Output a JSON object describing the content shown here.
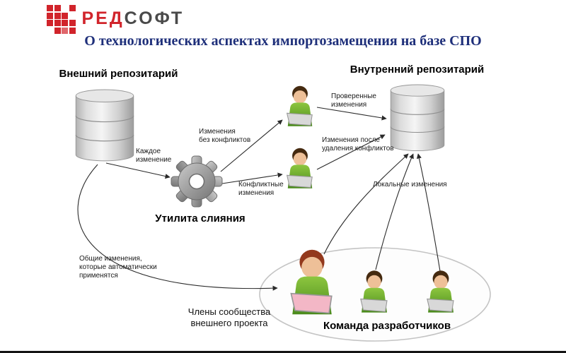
{
  "logo": {
    "word_red": "РЕД",
    "word_soft": "СОФТ"
  },
  "title": "О технологических аспектах импортозамещения на базе СПО",
  "nodes": {
    "external_repo": "Внешний репозитарий",
    "internal_repo": "Внутренний репозитарий",
    "merge_utility": "Утилита слияния",
    "dev_team": "Команда разработчиков",
    "community_members": "Члены сообщества\nвнешнего проекта"
  },
  "edges": {
    "each_change": "Каждое\nизменение",
    "changes_no_conflicts": "Изменения\nбез конфликтов",
    "conflicting_changes": "Конфликтные\nизменения",
    "verified_changes": "Проверенные\nизменения",
    "changes_after_conflict_removal": "Изменения после\nудаления конфликтов",
    "local_changes": "Локальные изменения",
    "common_changes": "Общие изменения,\nкоторые автоматически\nприменятся"
  },
  "icons": {
    "external_repo": "database-icon",
    "internal_repo": "database-icon",
    "merge_utility": "gear-icon",
    "developers": "person-with-laptop-icon"
  },
  "colors": {
    "accent_red": "#d1242b",
    "title_blue": "#1e2f7a",
    "person_green": "#6aa62c"
  }
}
